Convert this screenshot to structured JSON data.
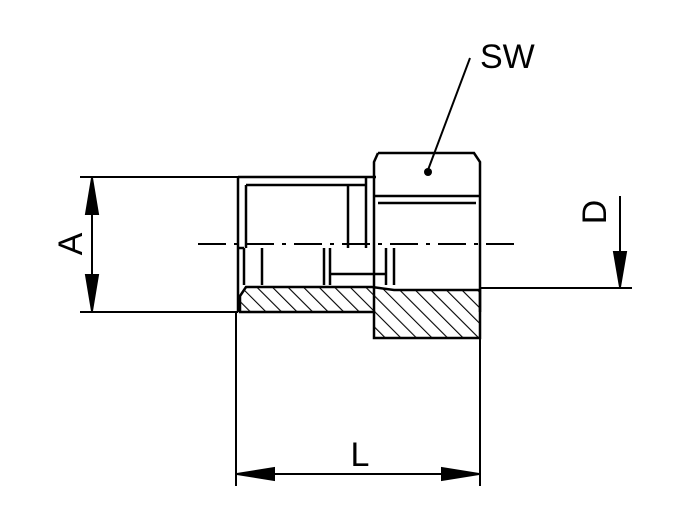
{
  "labels": {
    "sw": "SW",
    "a": "A",
    "d": "D",
    "l": "L"
  },
  "colors": {
    "line": "#000000",
    "background": "#ffffff"
  }
}
